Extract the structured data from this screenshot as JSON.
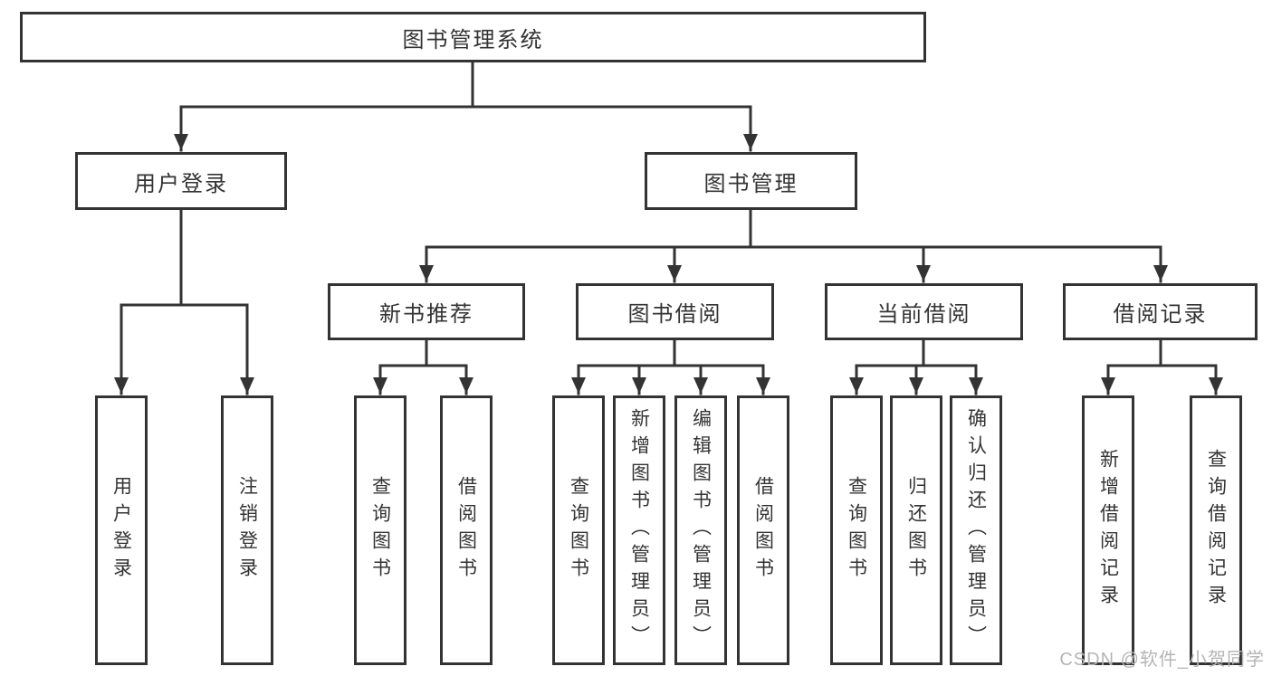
{
  "diagram": {
    "root_label": "图书管理系统",
    "user_login": {
      "label": "用户登录",
      "children": {
        "login": "用户登录",
        "logout": "注销登录"
      }
    },
    "book_mgmt": {
      "label": "图书管理"
    },
    "groups": {
      "new_books": {
        "label": "新书推荐",
        "children": {
          "query_books": "查询图书",
          "borrow_books": "借阅图书"
        }
      },
      "book_borrowing": {
        "label": "图书借阅",
        "children": {
          "query_books": "查询图书",
          "add_books_admin": "新增图书（管理员）",
          "edit_books_admin": "编辑图书（管理员）",
          "borrow_books": "借阅图书"
        }
      },
      "current_borrowing": {
        "label": "当前借阅",
        "children": {
          "query_books": "查询图书",
          "return_books": "归还图书",
          "confirm_return_admin": "确认归还（管理员）"
        }
      },
      "borrow_records": {
        "label": "借阅记录",
        "children": {
          "add_borrow_record": "新增借阅记录",
          "query_borrow_record": "查询借阅记录"
        }
      }
    },
    "watermark": "CSDN @软件_小贺同学",
    "colors": {
      "line": "#333333",
      "box_border": "#333333",
      "text": "#333333",
      "watermark": "#b5b5b5",
      "background": "#ffffff"
    }
  }
}
